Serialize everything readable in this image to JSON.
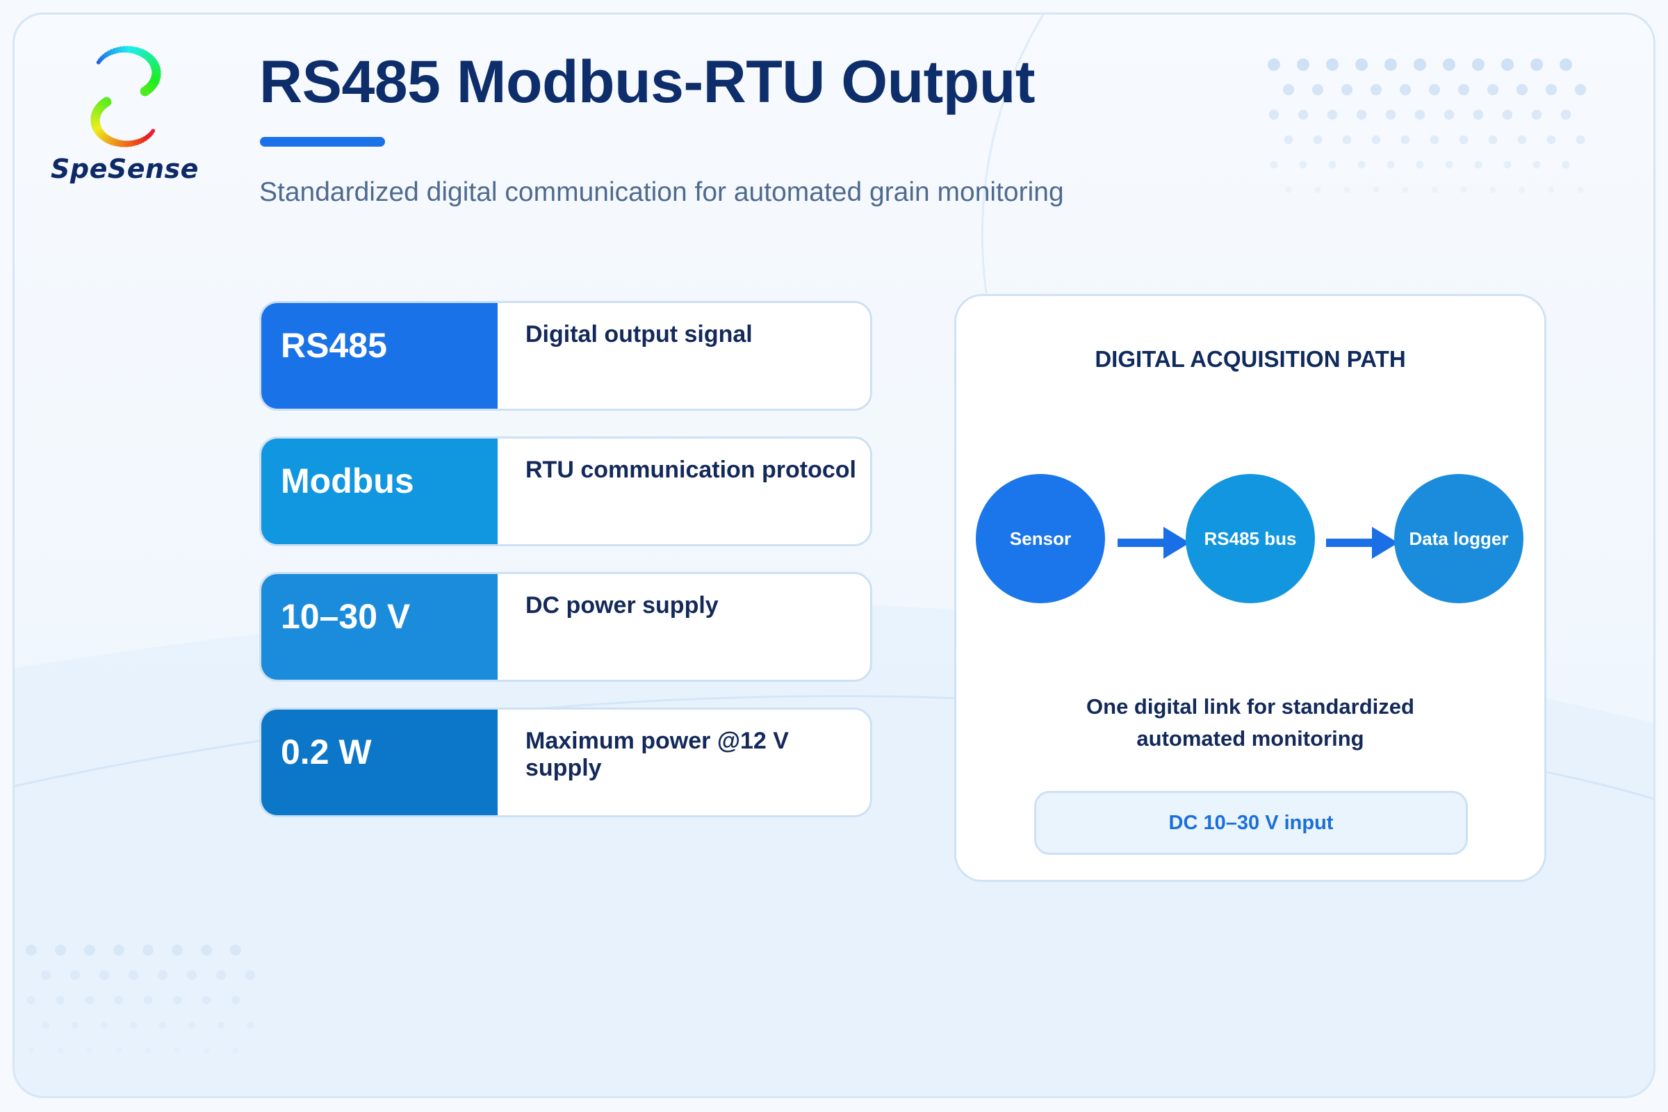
{
  "brand": {
    "name": "SpeSense"
  },
  "header": {
    "title": "RS485 Modbus-RTU Output",
    "subtitle": "Standardized digital communication for automated grain monitoring"
  },
  "specs": [
    {
      "value": "RS485",
      "description": "Digital output signal",
      "color": "#1a72e8"
    },
    {
      "value": "Modbus",
      "description": "RTU communication protocol",
      "color": "#1196e0"
    },
    {
      "value": "10–30 V",
      "description": "DC power supply",
      "color": "#1a8cdb"
    },
    {
      "value": "0.2 W",
      "description": "Maximum power @12 V supply",
      "color": "#0c76c8"
    }
  ],
  "path": {
    "title": "DIGITAL ACQUISITION PATH",
    "nodes": [
      {
        "label": "Sensor",
        "color": "#1a76ea"
      },
      {
        "label": "RS485 bus",
        "color": "#1296e0"
      },
      {
        "label": "Data logger",
        "color": "#1a8cdb"
      }
    ],
    "caption_line1": "One digital link for standardized",
    "caption_line2": "automated monitoring",
    "badge": "DC 10–30 V input"
  },
  "colors": {
    "navy": "#0d2d6b",
    "accent": "#1a72e8",
    "arrow": "#1a6fe6"
  }
}
